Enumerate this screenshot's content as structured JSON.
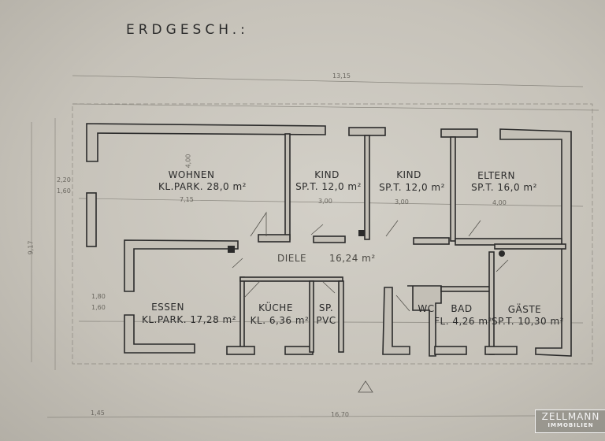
{
  "title": "ERDGESCH.:",
  "rooms": {
    "wohnen": {
      "name": "WOHNEN",
      "detail": "KL.PARK. 28,0 m²"
    },
    "kind1": {
      "name": "KIND",
      "detail": "SP.T. 12,0 m²"
    },
    "kind2": {
      "name": "KIND",
      "detail": "SP.T. 12,0 m²"
    },
    "eltern": {
      "name": "ELTERN",
      "detail": "SP.T. 16,0 m²"
    },
    "diele": {
      "name": "DIELE",
      "detail": "16,24 m²"
    },
    "essen": {
      "name": "ESSEN",
      "detail": "KL.PARK. 17,28 m²"
    },
    "kueche": {
      "name": "KÜCHE",
      "detail": "KL. 6,36 m²"
    },
    "sp": {
      "name": "SP.",
      "detail": "PVC"
    },
    "wc": {
      "name": "WC"
    },
    "bad": {
      "name": "BAD",
      "detail": "FL. 4,26 m²"
    },
    "gaeste": {
      "name": "GÄSTE",
      "detail": "SP.T. 10,30 m²"
    }
  },
  "dimensions": {
    "top_total": "13,15",
    "bottom_total": "16,70",
    "bottom_left": "1,45",
    "left_height": "9,17",
    "w_wohnen": "7,15",
    "w_kind1": "3,00",
    "w_kind2": "3,00",
    "w_eltern": "4,00",
    "h_wohnen": "4,00",
    "left_win1a": "2,20",
    "left_win1b": "1,60",
    "left_win2a": "1,80",
    "left_win2b": "1,60"
  },
  "logo": {
    "name": "ZELLMANN",
    "sub": "IMMOBILIEN"
  },
  "colors": {
    "paper": "#c9c5bc",
    "ink": "#2b2b2b",
    "logo": "#f4f4f4"
  }
}
